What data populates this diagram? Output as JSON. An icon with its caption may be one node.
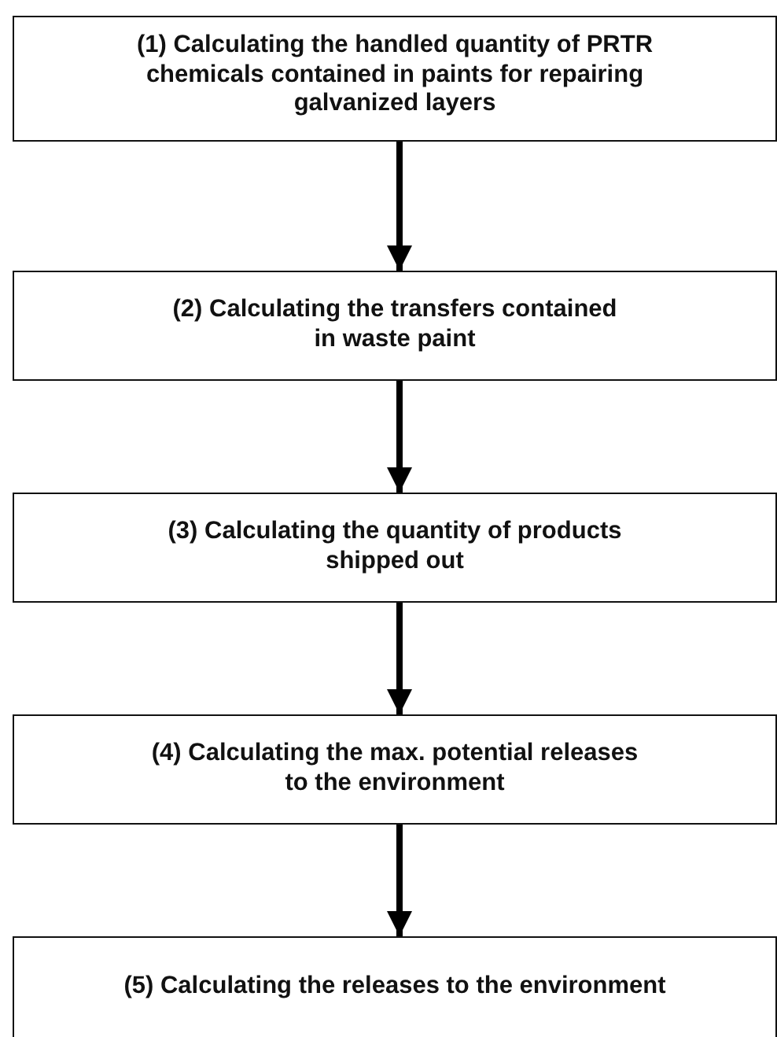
{
  "diagram": {
    "nodes": [
      {
        "text": [
          "(1) Calculating the handled quantity of PRTR chemicals contained in paints for repairing galvanized layers"
        ]
      },
      {
        "text": [
          "(2) Calculating the transfers contained in waste paint"
        ]
      },
      {
        "text": [
          "(3) Calculating the quantity of products shipped out"
        ]
      },
      {
        "text": [
          "(4) Calculating the max. potential releases to the environment"
        ]
      },
      {
        "text": [
          "(5) Calculating the releases to the environment"
        ]
      }
    ],
    "edges": [
      {
        "from": 0,
        "to": 1,
        "arrow": "to"
      },
      {
        "from": 1,
        "to": 2,
        "arrow": "to"
      },
      {
        "from": 2,
        "to": 3,
        "arrow": "to"
      },
      {
        "from": 3,
        "to": 4,
        "arrow": "to"
      }
    ]
  }
}
